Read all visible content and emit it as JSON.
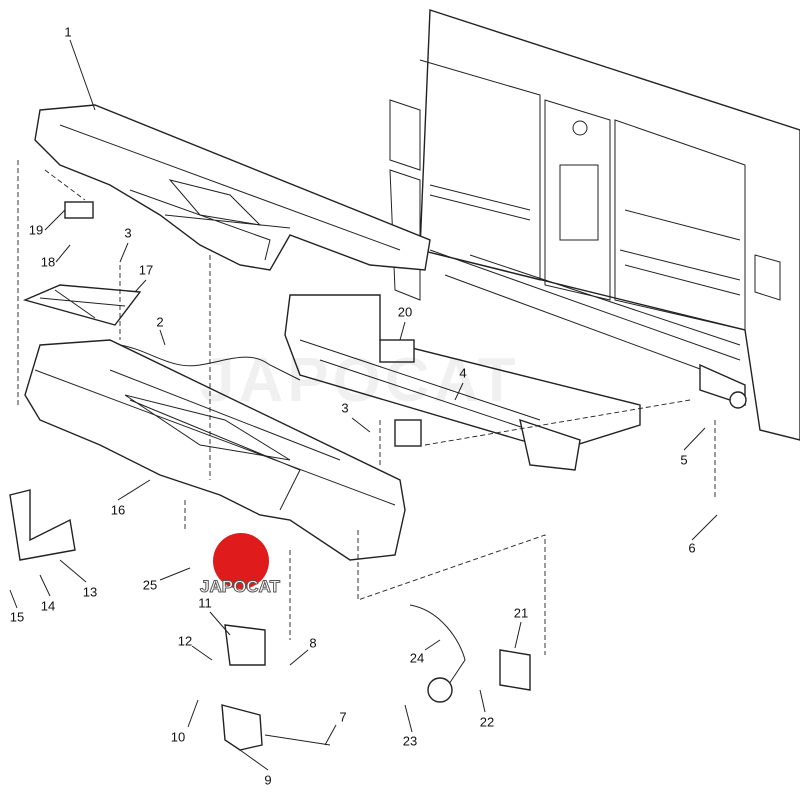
{
  "diagram": {
    "watermark": "JAPOCAT",
    "logo_text": "JAPOCAT",
    "callouts": [
      "1",
      "19",
      "18",
      "3",
      "17",
      "2",
      "20",
      "4",
      "3",
      "5",
      "6",
      "16",
      "25",
      "13",
      "14",
      "15",
      "11",
      "12",
      "8",
      "10",
      "7",
      "9",
      "24",
      "21",
      "22",
      "23"
    ]
  }
}
